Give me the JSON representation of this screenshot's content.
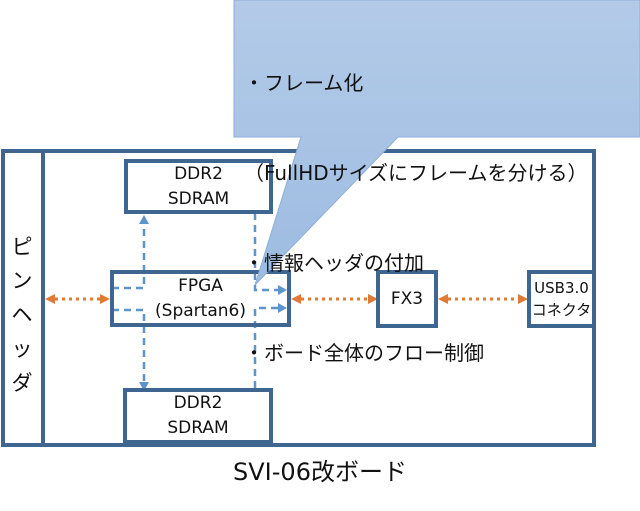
{
  "diagram": {
    "board_caption": "SVI-06改ボード",
    "pin_header_label": [
      "ピ",
      "ン",
      "ヘ",
      "ッ",
      "ダ"
    ],
    "blocks": {
      "ddr2_top": [
        "DDR2",
        "SDRAM"
      ],
      "fpga": [
        "FPGA",
        "(Spartan6)"
      ],
      "ddr2_bottom": [
        "DDR2",
        "SDRAM"
      ],
      "fx3": "FX3",
      "usb": [
        "USB3.0",
        "コネクタ"
      ]
    },
    "callout": {
      "lines": [
        "・フレーム化",
        "（FullHDサイズにフレームを分ける）",
        "・情報ヘッダの付加",
        "・ボード全体のフロー制御"
      ]
    },
    "colors": {
      "border": "#3f6690",
      "dashed_arrow": "#5b95cb",
      "bidir_arrow": "#e07b35",
      "callout_fill": "#a7c3e4",
      "callout_stroke": "#8eaed8"
    }
  }
}
